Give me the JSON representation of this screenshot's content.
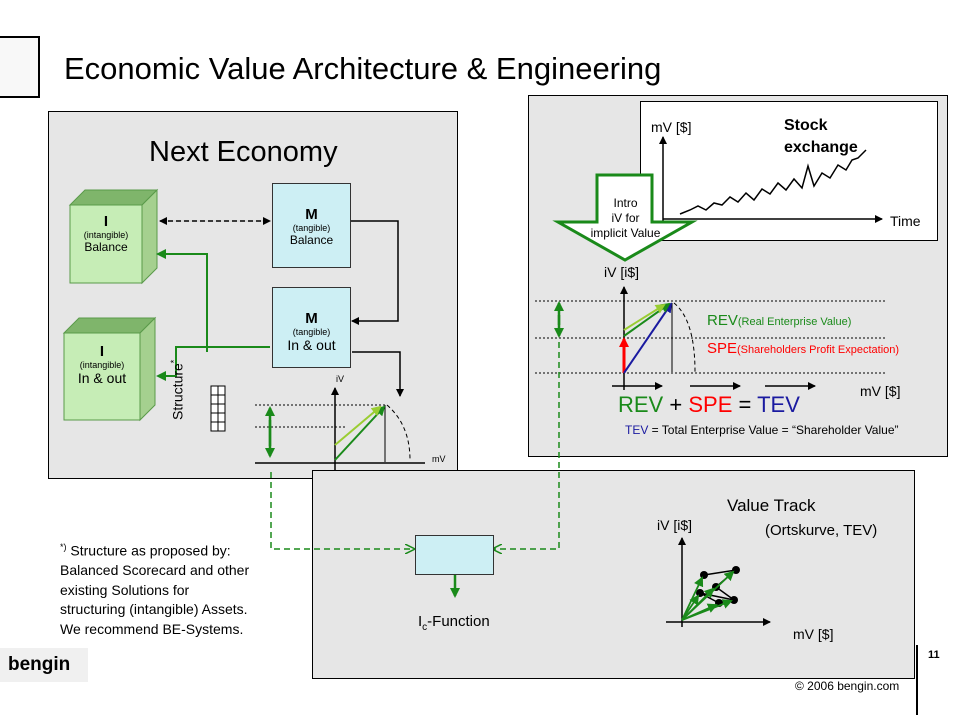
{
  "title": "Economic Value Architecture & Engineering",
  "left_panel": {
    "heading": "Next Economy",
    "cube_balance": {
      "letter": "I",
      "sub": "(intangible)",
      "label": "Balance"
    },
    "cube_inout": {
      "letter": "I",
      "sub": "(intangible)",
      "label": "In & out"
    },
    "m_balance": {
      "letter": "M",
      "sub": "(tangible)",
      "label": "Balance"
    },
    "m_inout": {
      "letter": "M",
      "sub": "(tangible)",
      "label": "In & out"
    },
    "structure_label": "Structure",
    "structure_mark": "*",
    "mini_iv": "iV",
    "mini_mv": "mV"
  },
  "right_panel": {
    "stock": {
      "ylabel": "mV [$]",
      "title_line1": "Stock",
      "title_line2": "exchange",
      "xlabel": "Time"
    },
    "intro_arrow": {
      "line1": "Intro",
      "line2": "iV for",
      "line3": "implicit Value"
    },
    "iv_label": "iV [i$]",
    "mv_label": "mV [$]",
    "rev_abbr": "REV",
    "rev_full": "(Real Enterprise Value)",
    "spe_abbr": "SPE",
    "spe_full": "(Shareholders Profit Expectation)",
    "eq_rev": "REV",
    "eq_plus": "+",
    "eq_spe": "SPE",
    "eq_equals": "=",
    "eq_tev": "TEV",
    "tev_abbr": "TEV",
    "tev_note": " = Total Enterprise Value = “Shareholder Value”"
  },
  "bottom_panel": {
    "value_track": "Value Track",
    "subtitle": "(Ortskurve, TEV)",
    "iv_label": "iV [i$]",
    "mv_label": "mV [$]",
    "ic_main": "I",
    "ic_sub": "c",
    "ic_rest": "-Function"
  },
  "footnote": {
    "mark": "*)",
    "line1": " Structure as proposed by:",
    "line2": "Balanced Scorecard and other",
    "line3": "existing Solutions for",
    "line4": "structuring (intangible) Assets.",
    "line5": "We recommend BE-Systems."
  },
  "brand": "bengin",
  "page_number": "11",
  "copyright": "© 2006 bengin.com",
  "colors": {
    "green": "#1a8a1a",
    "red": "#ff0000",
    "blue": "#1a1aa0",
    "light_green": "#9acd32",
    "cyan": "#cdeff4"
  }
}
